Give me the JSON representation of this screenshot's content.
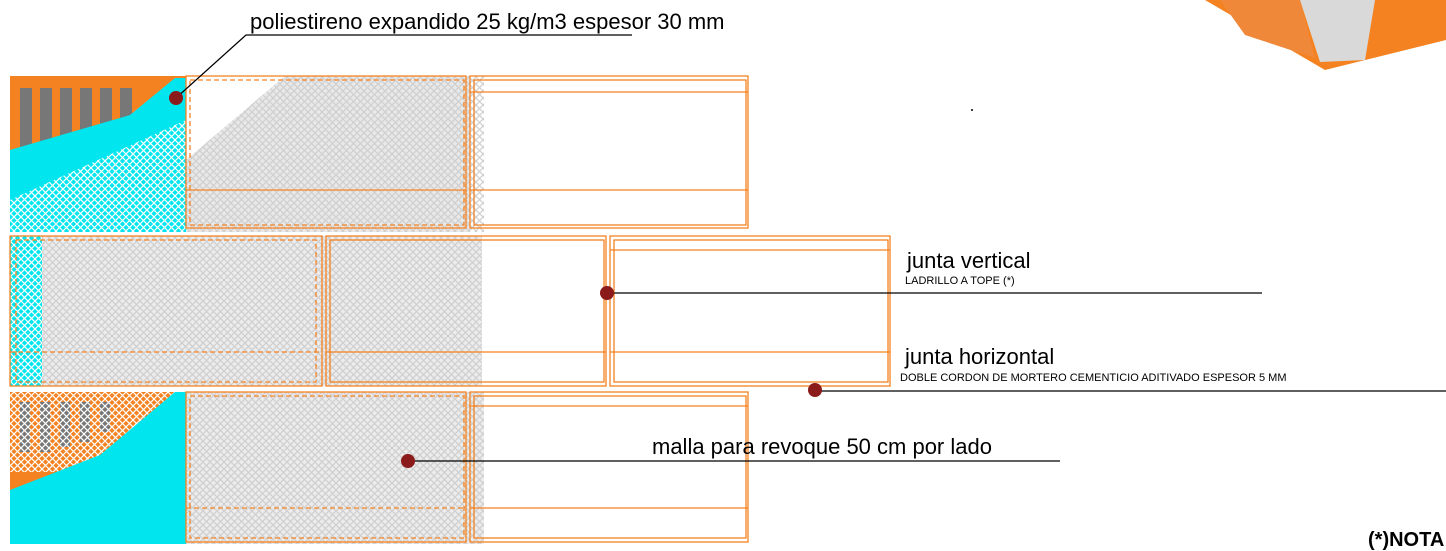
{
  "labels": {
    "polystyrene": "poliestireno expandido 25 kg/m3 espesor 30 mm",
    "vertical_joint_title": "junta vertical",
    "vertical_joint_sub": "LADRILLO A TOPE (*)",
    "horizontal_joint_title": "junta horizontal",
    "horizontal_joint_sub": "DOBLE CORDON DE MORTERO  CEMENTICIO ADITIVADO  ESPESOR 5 MM",
    "mesh": "malla para revoque 50 cm por lado",
    "note": "(*)NOTA"
  },
  "colors": {
    "brick_orange": "#f58220",
    "insulation_cyan": "#00e5ee",
    "mesh_grey": "#d6d6d6",
    "marker_red": "#8b1a1a",
    "brick_core_grey": "#777777",
    "line_black": "#000000"
  }
}
